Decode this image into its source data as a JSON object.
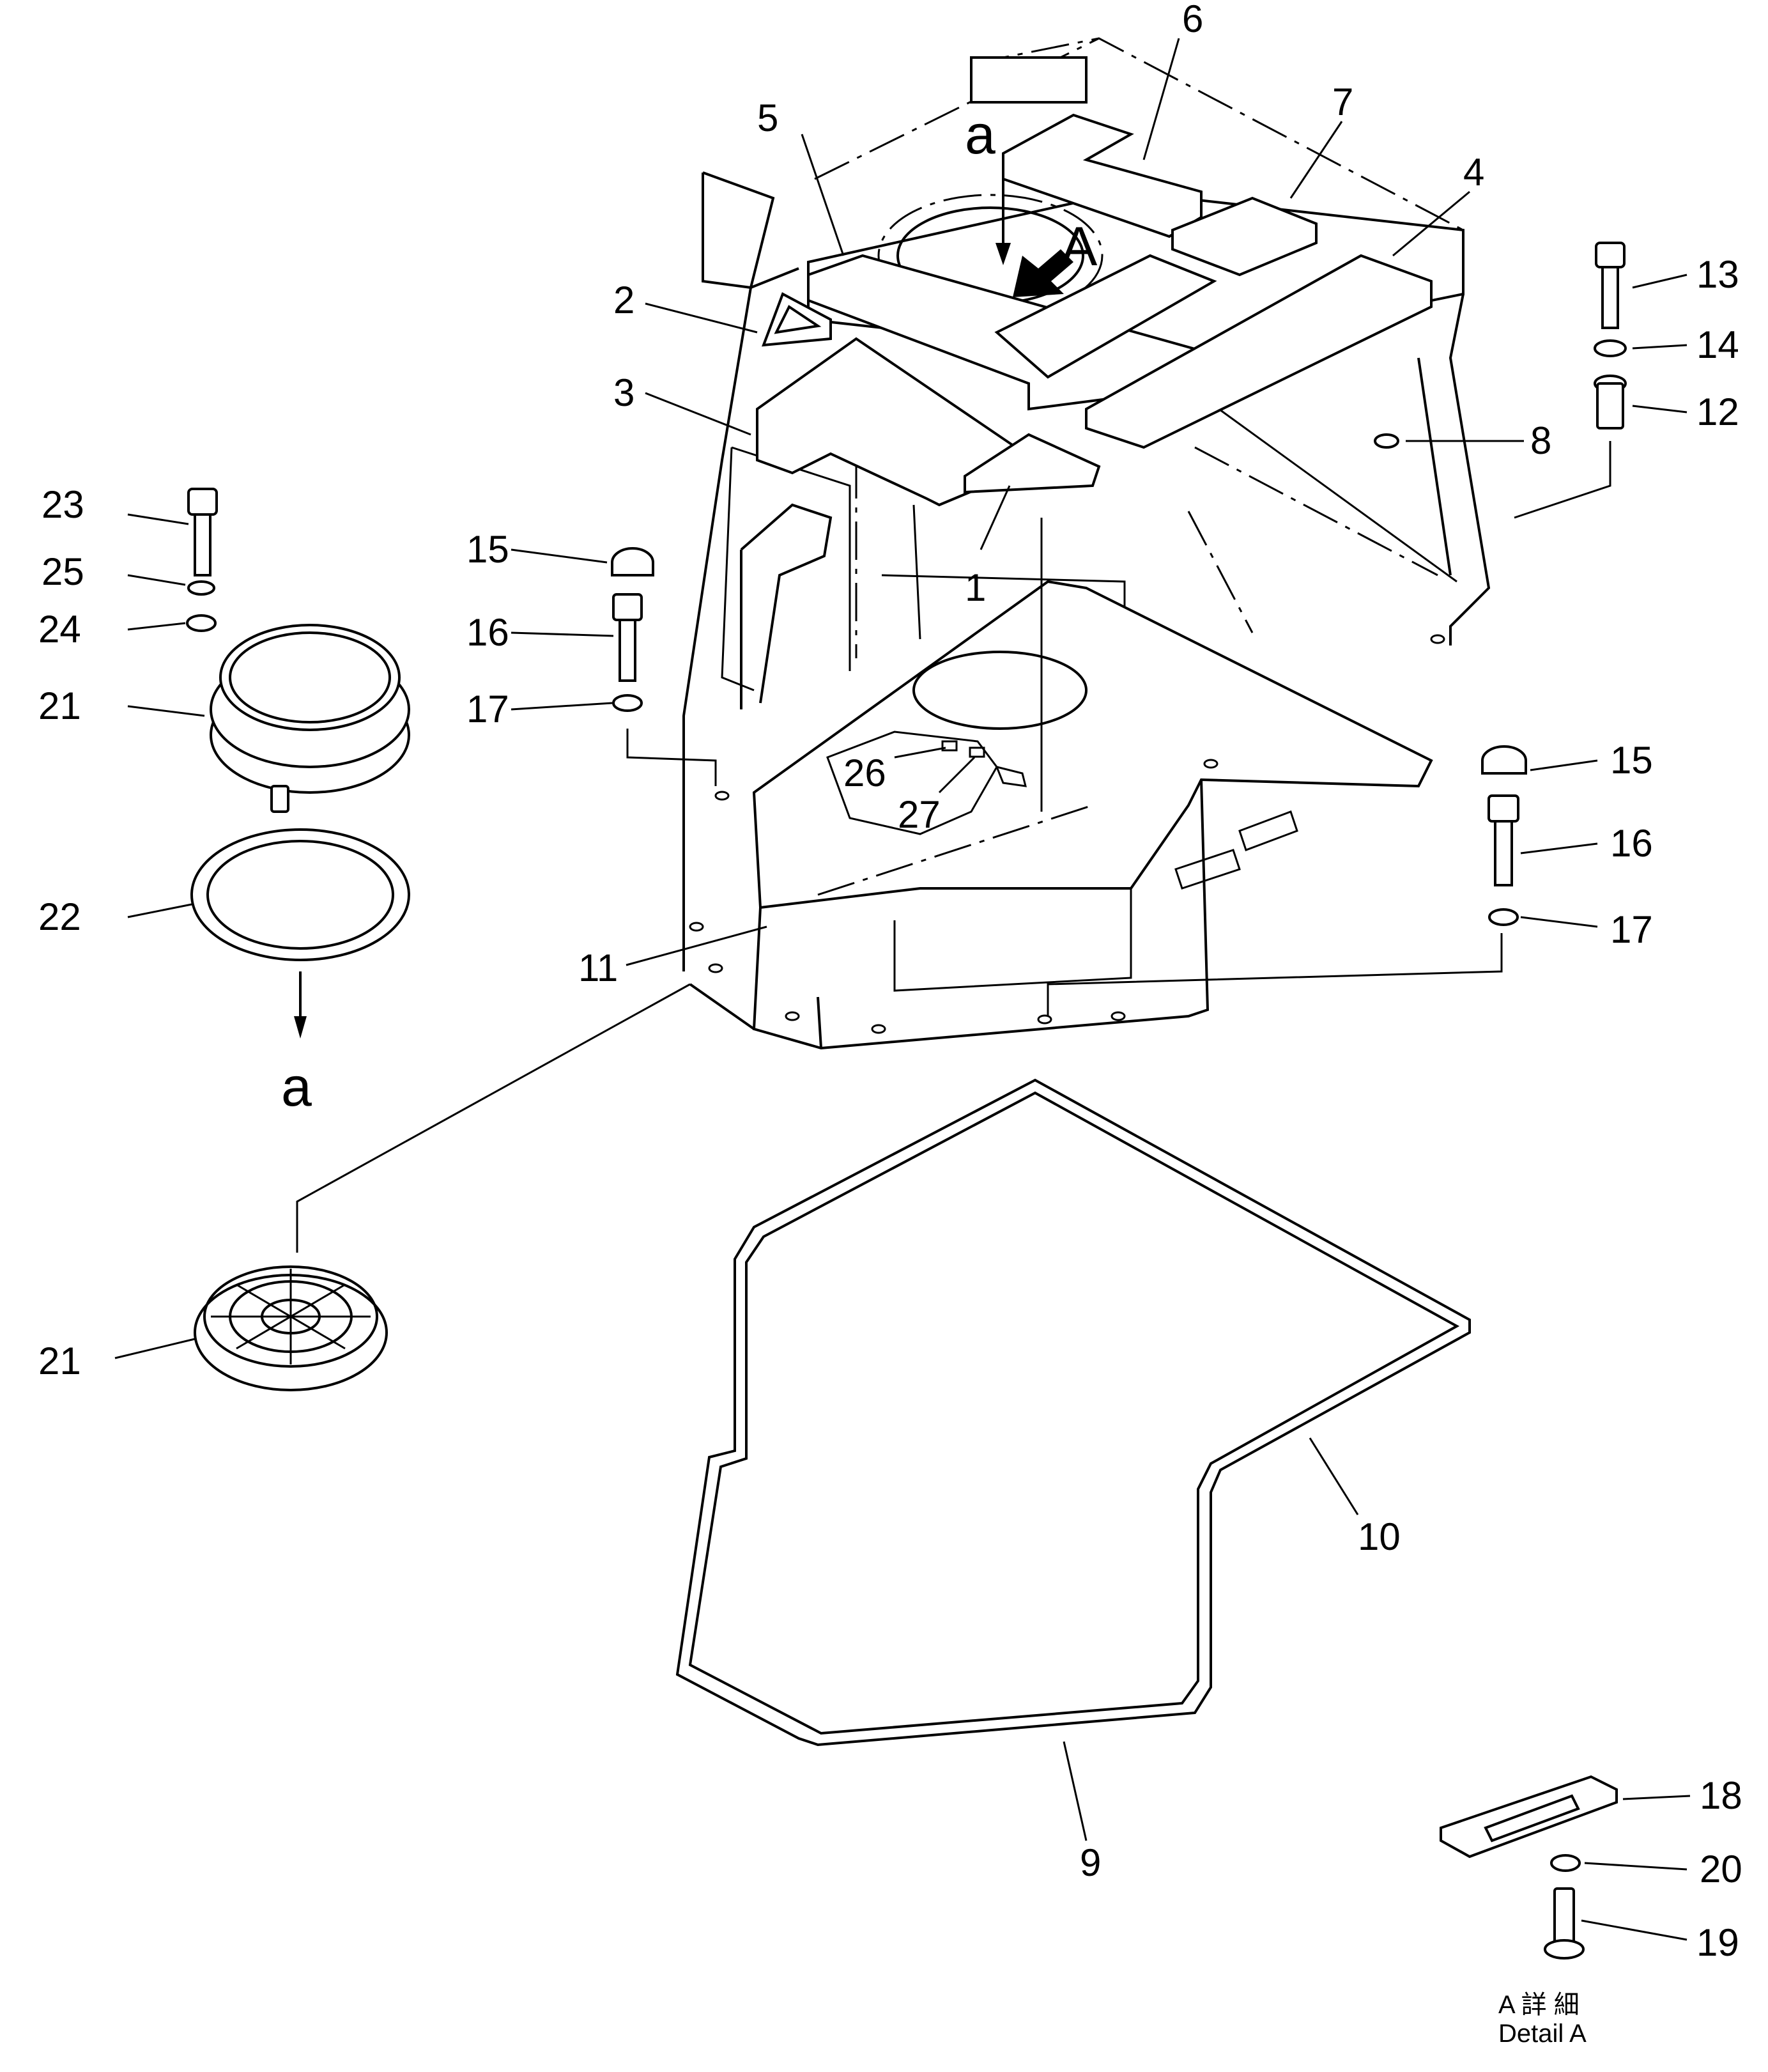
{
  "diagram": {
    "view_label_a": "a",
    "view_label_A": "A",
    "bottom_label_a": "a",
    "detail_caption_jp": "A 詳 細",
    "detail_caption_en": "Detail A",
    "callouts": {
      "p1": "1",
      "p2": "2",
      "p3": "3",
      "p4": "4",
      "p5": "5",
      "p6": "6",
      "p7": "7",
      "p8": "8",
      "p9": "9",
      "p10": "10",
      "p11": "11",
      "p12": "12",
      "p13": "13",
      "p14": "14",
      "p15a": "15",
      "p16a": "16",
      "p17a": "17",
      "p15b": "15",
      "p16b": "16",
      "p17b": "17",
      "p18": "18",
      "p19": "19",
      "p20": "20",
      "p21a": "21",
      "p21b": "21",
      "p22": "22",
      "p23": "23",
      "p24": "24",
      "p25": "25",
      "p26": "26",
      "p27": "27"
    }
  }
}
